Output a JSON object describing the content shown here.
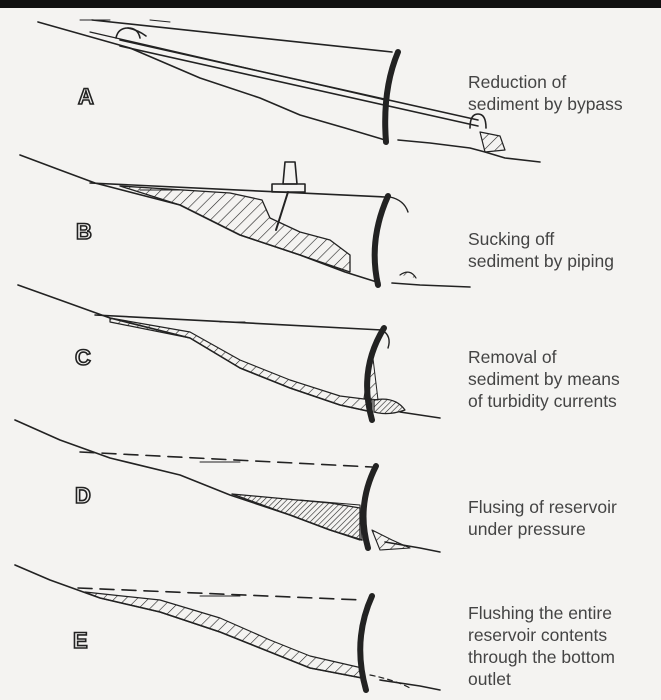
{
  "panels": [
    {
      "letter": "A",
      "caption": [
        "Reduction of",
        "sediment by bypass"
      ]
    },
    {
      "letter": "B",
      "caption": [
        "Sucking off",
        "sediment by piping"
      ]
    },
    {
      "letter": "C",
      "caption": [
        "Removal of",
        "sediment by means",
        "of turbidity currents"
      ]
    },
    {
      "letter": "D",
      "caption": [
        "Flusing of reservoir",
        "under pressure"
      ]
    },
    {
      "letter": "E",
      "caption": [
        "Flushing the entire",
        "reservoir contents",
        "through the bottom",
        "outlet"
      ]
    }
  ]
}
